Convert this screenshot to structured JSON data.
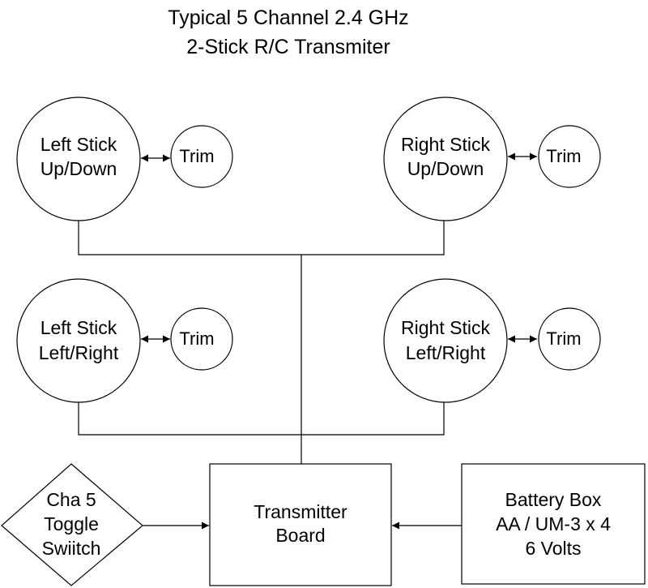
{
  "title": {
    "line1": "Typical 5 Channel 2.4 GHz",
    "line2": "2-Stick R/C Transmiter"
  },
  "nodes": {
    "left_up_down": {
      "line1": "Left Stick",
      "line2": "Up/Down"
    },
    "right_up_down": {
      "line1": "Right Stick",
      "line2": "Up/Down"
    },
    "left_left_right": {
      "line1": "Left Stick",
      "line2": "Left/Right"
    },
    "right_left_right": {
      "line1": "Right Stick",
      "line2": "Left/Right"
    },
    "trim_label": "Trim",
    "toggle": {
      "line1": "Cha 5",
      "line2": "Toggle",
      "line3": "Swiitch"
    },
    "transmitter": {
      "line1": "Transmitter",
      "line2": "Board"
    },
    "battery": {
      "line1": "Battery Box",
      "line2": "AA / UM-3 x 4",
      "line3": "6 Volts"
    }
  }
}
